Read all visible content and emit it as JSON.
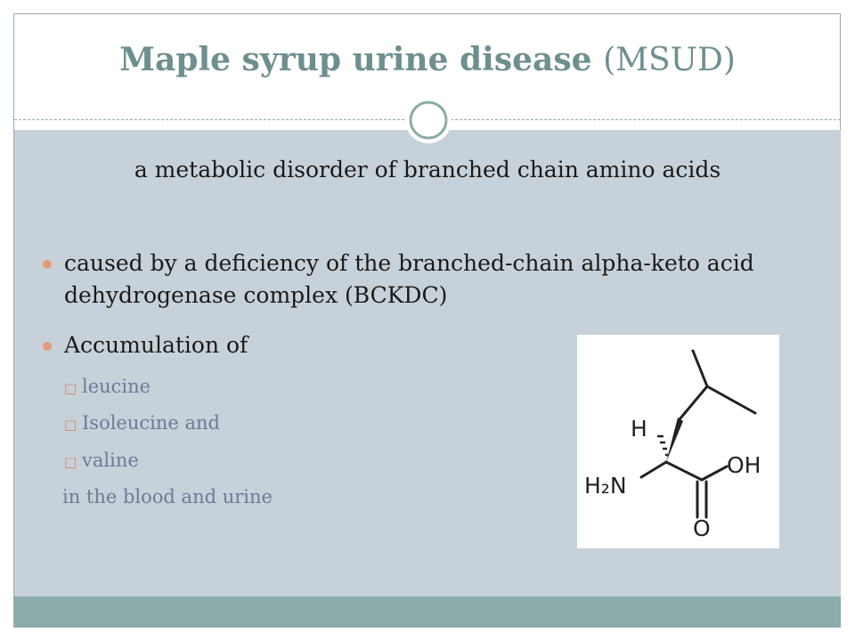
{
  "slide": {
    "title_main": "Maple syrup urine disease",
    "title_abbr": "(MSUD)",
    "subtitle": "a metabolic disorder of branched chain amino acids",
    "bullets": [
      "caused by a deficiency of the branched-chain alpha-keto acid dehydrogenase complex (BCKDC)",
      "Accumulation of"
    ],
    "sub_items": [
      "leucine",
      "Isoleucine and",
      "valine"
    ],
    "trailing_text": "in the blood and urine"
  },
  "molecule": {
    "atoms": {
      "h": "H",
      "h2n": "H₂N",
      "oh": "OH",
      "o": "O"
    }
  },
  "colors": {
    "title": "#6e8f8f",
    "content_bg": "#c7d1d9",
    "footer_band": "#8aabaa",
    "bullet_marker": "#e59a7a",
    "sub_text": "#6e7a97"
  }
}
